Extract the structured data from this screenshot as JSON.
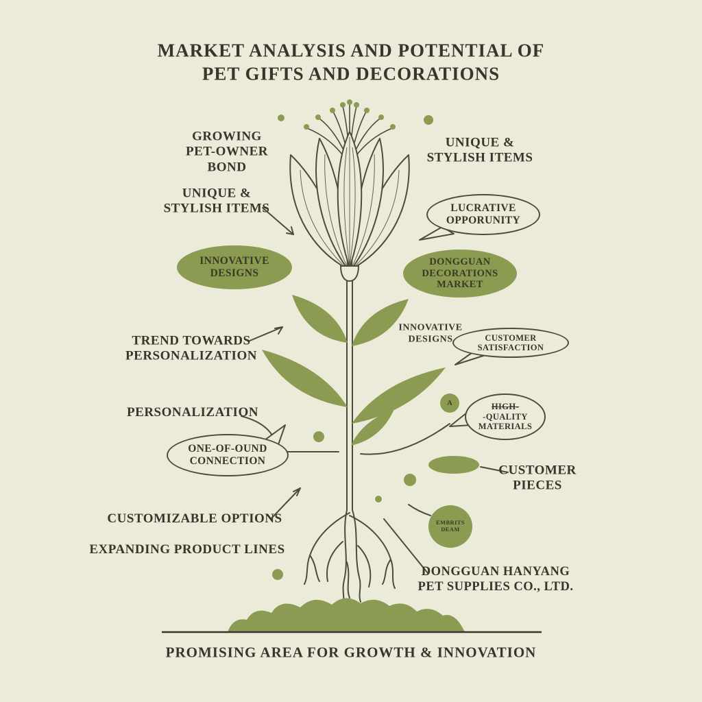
{
  "palette": {
    "background": "#ecead9",
    "ink": "#37362a",
    "line_art": "#4c4b3c",
    "olive_green": "#8b9b52"
  },
  "title": "MARKET ANALYSIS AND POTENTIAL OF\nPET GIFTS AND DECORATIONS",
  "labels": {
    "growing_bond": "GROWING\nPET-OWNER\nBOND",
    "unique_stylish_right": "UNIQUE &\nSTYLISH ITEMS",
    "unique_stylish_left": "UNIQUE &\nSTYLISH ITEMS",
    "lucrative": "LUCRATIVE\nOPPORUNITY",
    "innovative_left": "INNOVATIVE\nDESIGNS",
    "dongguan_market": "DONGGUAN\nDECORATIONS\nMARKET",
    "trend_personalization": "TREND TOWARDS\nPERSONALIZATION",
    "innovative_small": "INNOVATIVE\nDESIGNS",
    "customer_satisfaction": "CUSTOMER SATISFACTION",
    "personalization": "PERSONALIZATION",
    "letter_a": "A",
    "high": "HIGH-",
    "quality": "-QUALITY",
    "materials": "MATERIALS",
    "one_of_kind": "ONE-OF-OUND\nCONNECTION",
    "customer_pieces": "CUSTOMER\nPIECES",
    "embrits": "EMBRITS\nDEAM",
    "customizable": "CUSTOMIZABLE OPTIONS",
    "expanding": "EXPANDING PRODUCT LINES",
    "company": "DONGGUAN HANYANG\nPET SUPPLIES CO., LTD."
  },
  "footer": "PROMISING AREA FOR GROWTH & INNOVATION"
}
